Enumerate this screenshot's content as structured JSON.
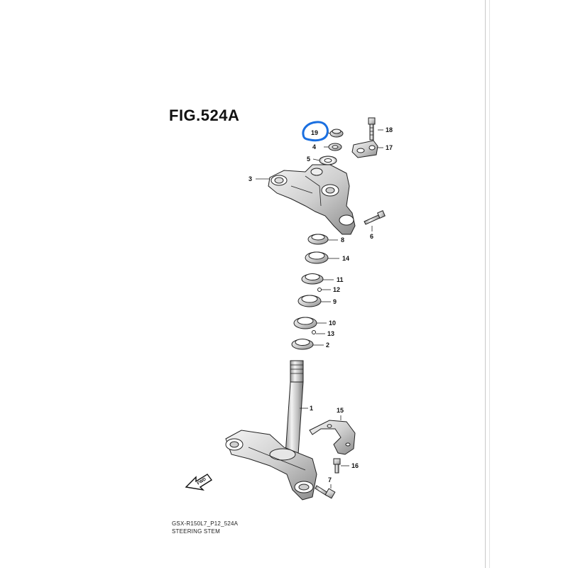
{
  "figure": {
    "title": "FIG.524A",
    "footer_code": "GSX-R150L7_P12_524A",
    "footer_name": "STEERING STEM",
    "direction_label": "FWD",
    "highlight_color": "#1a6fe0",
    "highlighted_part": "19"
  },
  "parts": [
    {
      "id": "19",
      "label": "19"
    },
    {
      "id": "18",
      "label": "18"
    },
    {
      "id": "4",
      "label": "4"
    },
    {
      "id": "17",
      "label": "17"
    },
    {
      "id": "5",
      "label": "5"
    },
    {
      "id": "3",
      "label": "3"
    },
    {
      "id": "6",
      "label": "6"
    },
    {
      "id": "8",
      "label": "8"
    },
    {
      "id": "14",
      "label": "14"
    },
    {
      "id": "11",
      "label": "11"
    },
    {
      "id": "12",
      "label": "12"
    },
    {
      "id": "9",
      "label": "9"
    },
    {
      "id": "10",
      "label": "10"
    },
    {
      "id": "13",
      "label": "13"
    },
    {
      "id": "2",
      "label": "2"
    },
    {
      "id": "1",
      "label": "1"
    },
    {
      "id": "15",
      "label": "15"
    },
    {
      "id": "16",
      "label": "16"
    },
    {
      "id": "7",
      "label": "7"
    }
  ]
}
